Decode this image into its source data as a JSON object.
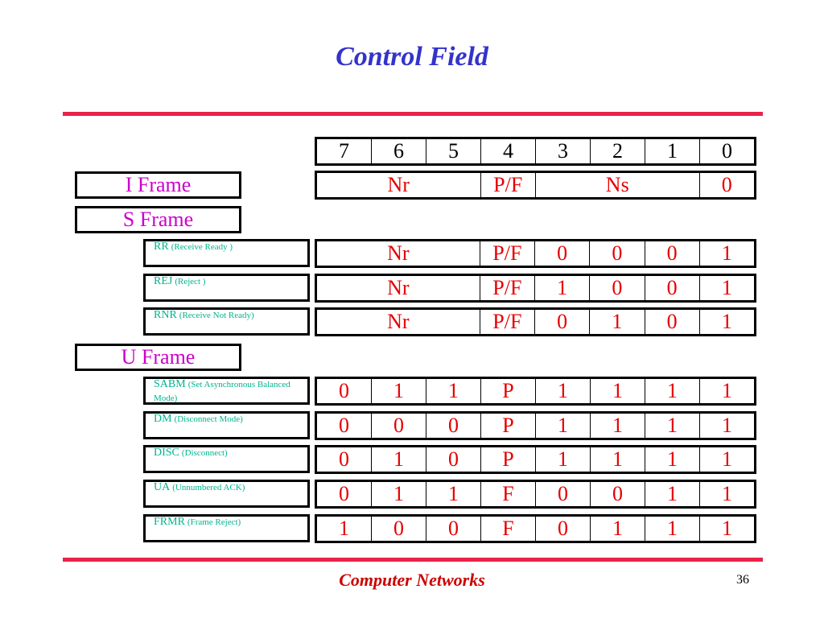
{
  "slide": {
    "title": "Control Field",
    "footer": "Computer Networks",
    "page_number": "36"
  },
  "header_bits": [
    "7",
    "6",
    "5",
    "4",
    "3",
    "2",
    "1",
    "0"
  ],
  "i_frame": {
    "label": "I Frame",
    "nr": "Nr",
    "pf": "P/F",
    "ns": "Ns",
    "bit0": "0"
  },
  "s_frame": {
    "label": "S Frame",
    "rows": [
      {
        "abbr": "RR",
        "desc": "(Receive Ready )",
        "nr": "Nr",
        "pf": "P/F",
        "bits": [
          "0",
          "0",
          "0",
          "1"
        ]
      },
      {
        "abbr": "REJ",
        "desc": "(Reject )",
        "nr": "Nr",
        "pf": "P/F",
        "bits": [
          "1",
          "0",
          "0",
          "1"
        ]
      },
      {
        "abbr": "RNR",
        "desc": "(Receive Not Ready)",
        "nr": "Nr",
        "pf": "P/F",
        "bits": [
          "0",
          "1",
          "0",
          "1"
        ]
      }
    ]
  },
  "u_frame": {
    "label": "U Frame",
    "rows": [
      {
        "abbr": "SABM",
        "desc": "(Set Asynchronous Balanced Mode)",
        "bits": [
          "0",
          "1",
          "1",
          "P",
          "1",
          "1",
          "1",
          "1"
        ]
      },
      {
        "abbr": "DM",
        "desc": "(Disconnect Mode)",
        "bits": [
          "0",
          "0",
          "0",
          "P",
          "1",
          "1",
          "1",
          "1"
        ]
      },
      {
        "abbr": "DISC",
        "desc": "(Disconnect)",
        "bits": [
          "0",
          "1",
          "0",
          "P",
          "1",
          "1",
          "1",
          "1"
        ]
      },
      {
        "abbr": "UA",
        "desc": "(Unnumbered ACK)",
        "bits": [
          "0",
          "1",
          "1",
          "F",
          "0",
          "0",
          "1",
          "1"
        ]
      },
      {
        "abbr": "FRMR",
        "desc": "(Frame Reject)",
        "bits": [
          "1",
          "0",
          "0",
          "F",
          "0",
          "1",
          "1",
          "1"
        ]
      }
    ]
  },
  "colors": {
    "title": "#3333cc",
    "rule": "#e8234a",
    "cell_text": "#e60000",
    "frame_label": "#cc00cc",
    "command_label": "#00b38f",
    "footer": "#cc0000"
  }
}
